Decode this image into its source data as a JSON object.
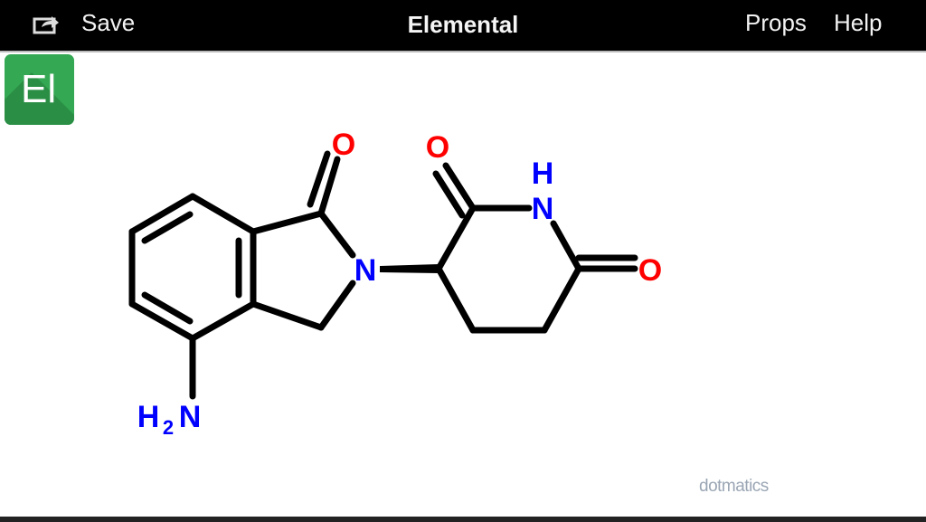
{
  "toolbar": {
    "share_icon": "share-icon",
    "save_label": "Save",
    "title": "Elemental",
    "props_label": "Props",
    "help_label": "Help"
  },
  "app_logo": {
    "text": "El",
    "color": "#34a853"
  },
  "molecule": {
    "atoms": {
      "o_lactam": "O",
      "n_ring": "N",
      "o_top": "O",
      "nh_n": "N",
      "nh_h": "H",
      "o_right": "O",
      "nh2_h": "H",
      "nh2_sub": "2",
      "nh2_n": "N"
    },
    "colors": {
      "oxygen": "#ff0000",
      "nitrogen": "#0000ff",
      "bond": "#000000"
    }
  },
  "watermark": "dotmatics"
}
